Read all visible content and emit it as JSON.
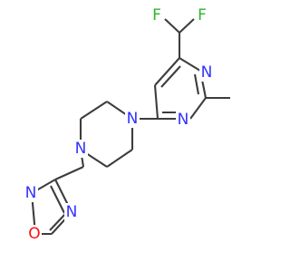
{
  "colors": {
    "bond": "#3d3d3d",
    "nitrogen": "#3333ff",
    "oxygen": "#ff0d0d",
    "fluorine": "#2cb42c",
    "background": "#ffffff"
  },
  "atoms": {
    "f_left": "F",
    "f_right": "F",
    "n_pyrimidine_top": "N",
    "n_pyrimidine_bottom": "N",
    "n_piperazine_right": "N",
    "n_piperazine_left": "N",
    "n_oxadiazole_top": "N",
    "n_oxadiazole_left": "N",
    "o_oxadiazole": "O"
  }
}
